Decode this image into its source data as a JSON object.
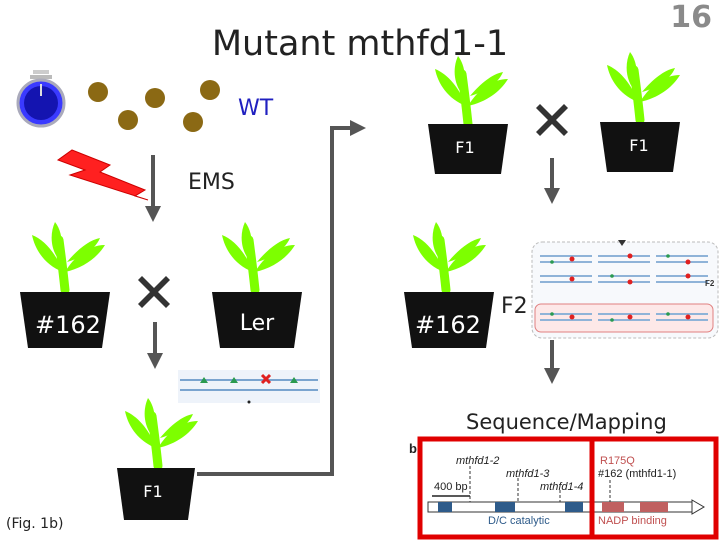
{
  "title": "Mutant mthfd1-1",
  "page_number": "16",
  "labels": {
    "wt": "WT",
    "ems": "EMS",
    "f2": "F2",
    "sequence_mapping": "Sequence/Mapping",
    "figure_ref": "(Fig. 1b)"
  },
  "pots": {
    "p162_left": "#162",
    "ler": "Ler",
    "f1_bottom": "F1",
    "f1_top_left": "F1",
    "f1_top_right": "F1",
    "p162_right": "#162"
  },
  "mapping_panel": {
    "tag": "F2"
  },
  "gene_model": {
    "panel_letter": "b",
    "scale_label": "400 bp",
    "alleles": [
      "mthfd1-2",
      "mthfd1-3",
      "mthfd1-4"
    ],
    "mutation": "R175Q",
    "mutation_note": "#162 (mthfd1-1)",
    "domain_catalytic": "D/C catalytic",
    "domain_nadp": "NADP binding"
  },
  "colors": {
    "plant_green": "#7dff00",
    "pot": "#111111",
    "seed": "#8b6914",
    "arrow": "#555555",
    "cross": "#333333",
    "wt_text": "#2020c0",
    "highlight_box": "#e00000",
    "exon_blue": "#2e5b8a",
    "exon_red": "#c06060"
  }
}
